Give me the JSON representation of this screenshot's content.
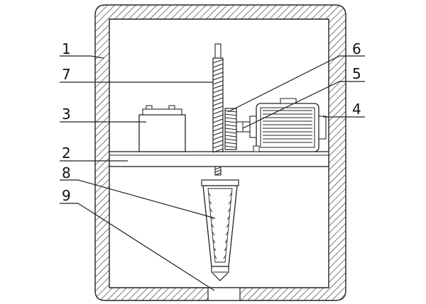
{
  "callouts": [
    {
      "id": "1",
      "label": "1"
    },
    {
      "id": "2",
      "label": "2"
    },
    {
      "id": "3",
      "label": "3"
    },
    {
      "id": "4",
      "label": "4"
    },
    {
      "id": "5",
      "label": "5"
    },
    {
      "id": "6",
      "label": "6"
    },
    {
      "id": "7",
      "label": "7"
    },
    {
      "id": "8",
      "label": "8"
    },
    {
      "id": "9",
      "label": "9"
    }
  ],
  "colors": {
    "stroke": "#222222",
    "background": "#ffffff"
  }
}
